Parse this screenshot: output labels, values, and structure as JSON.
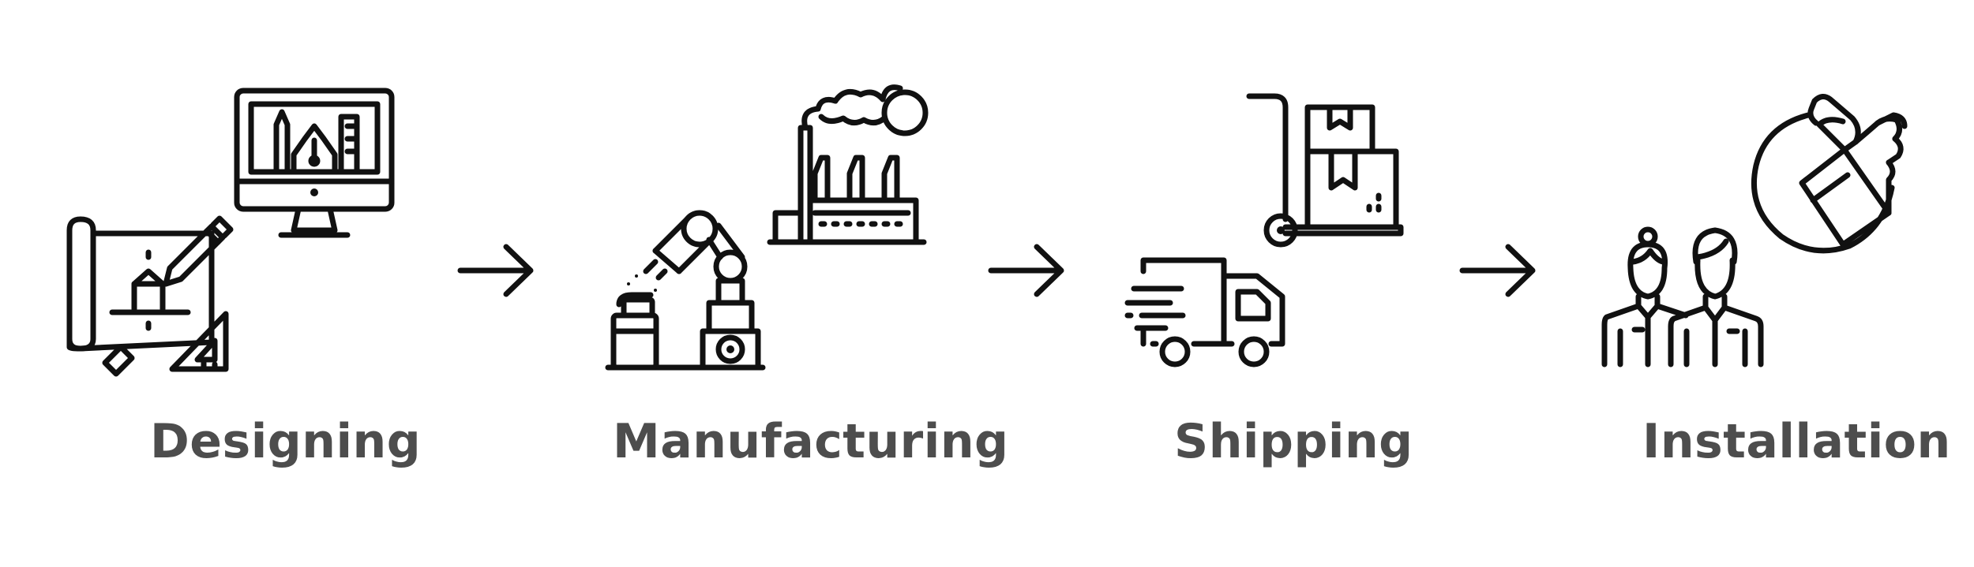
{
  "steps": [
    {
      "label": "Designing",
      "icons": [
        "blueprint-icon",
        "pencil-icon",
        "set-square-icon",
        "monitor-icon"
      ]
    },
    {
      "label": "Manufacturing",
      "icons": [
        "robotic-arm-icon",
        "factory-icon"
      ]
    },
    {
      "label": "Shipping",
      "icons": [
        "hand-truck-icon",
        "boxes-icon",
        "delivery-truck-icon"
      ]
    },
    {
      "label": "Installation",
      "icons": [
        "workers-icon",
        "thumbs-up-icon"
      ]
    }
  ],
  "connector_icon": "arrow-right-icon",
  "colors": {
    "icon_stroke": "#111111",
    "label_text": "#4d4d4d",
    "background": "#ffffff"
  }
}
